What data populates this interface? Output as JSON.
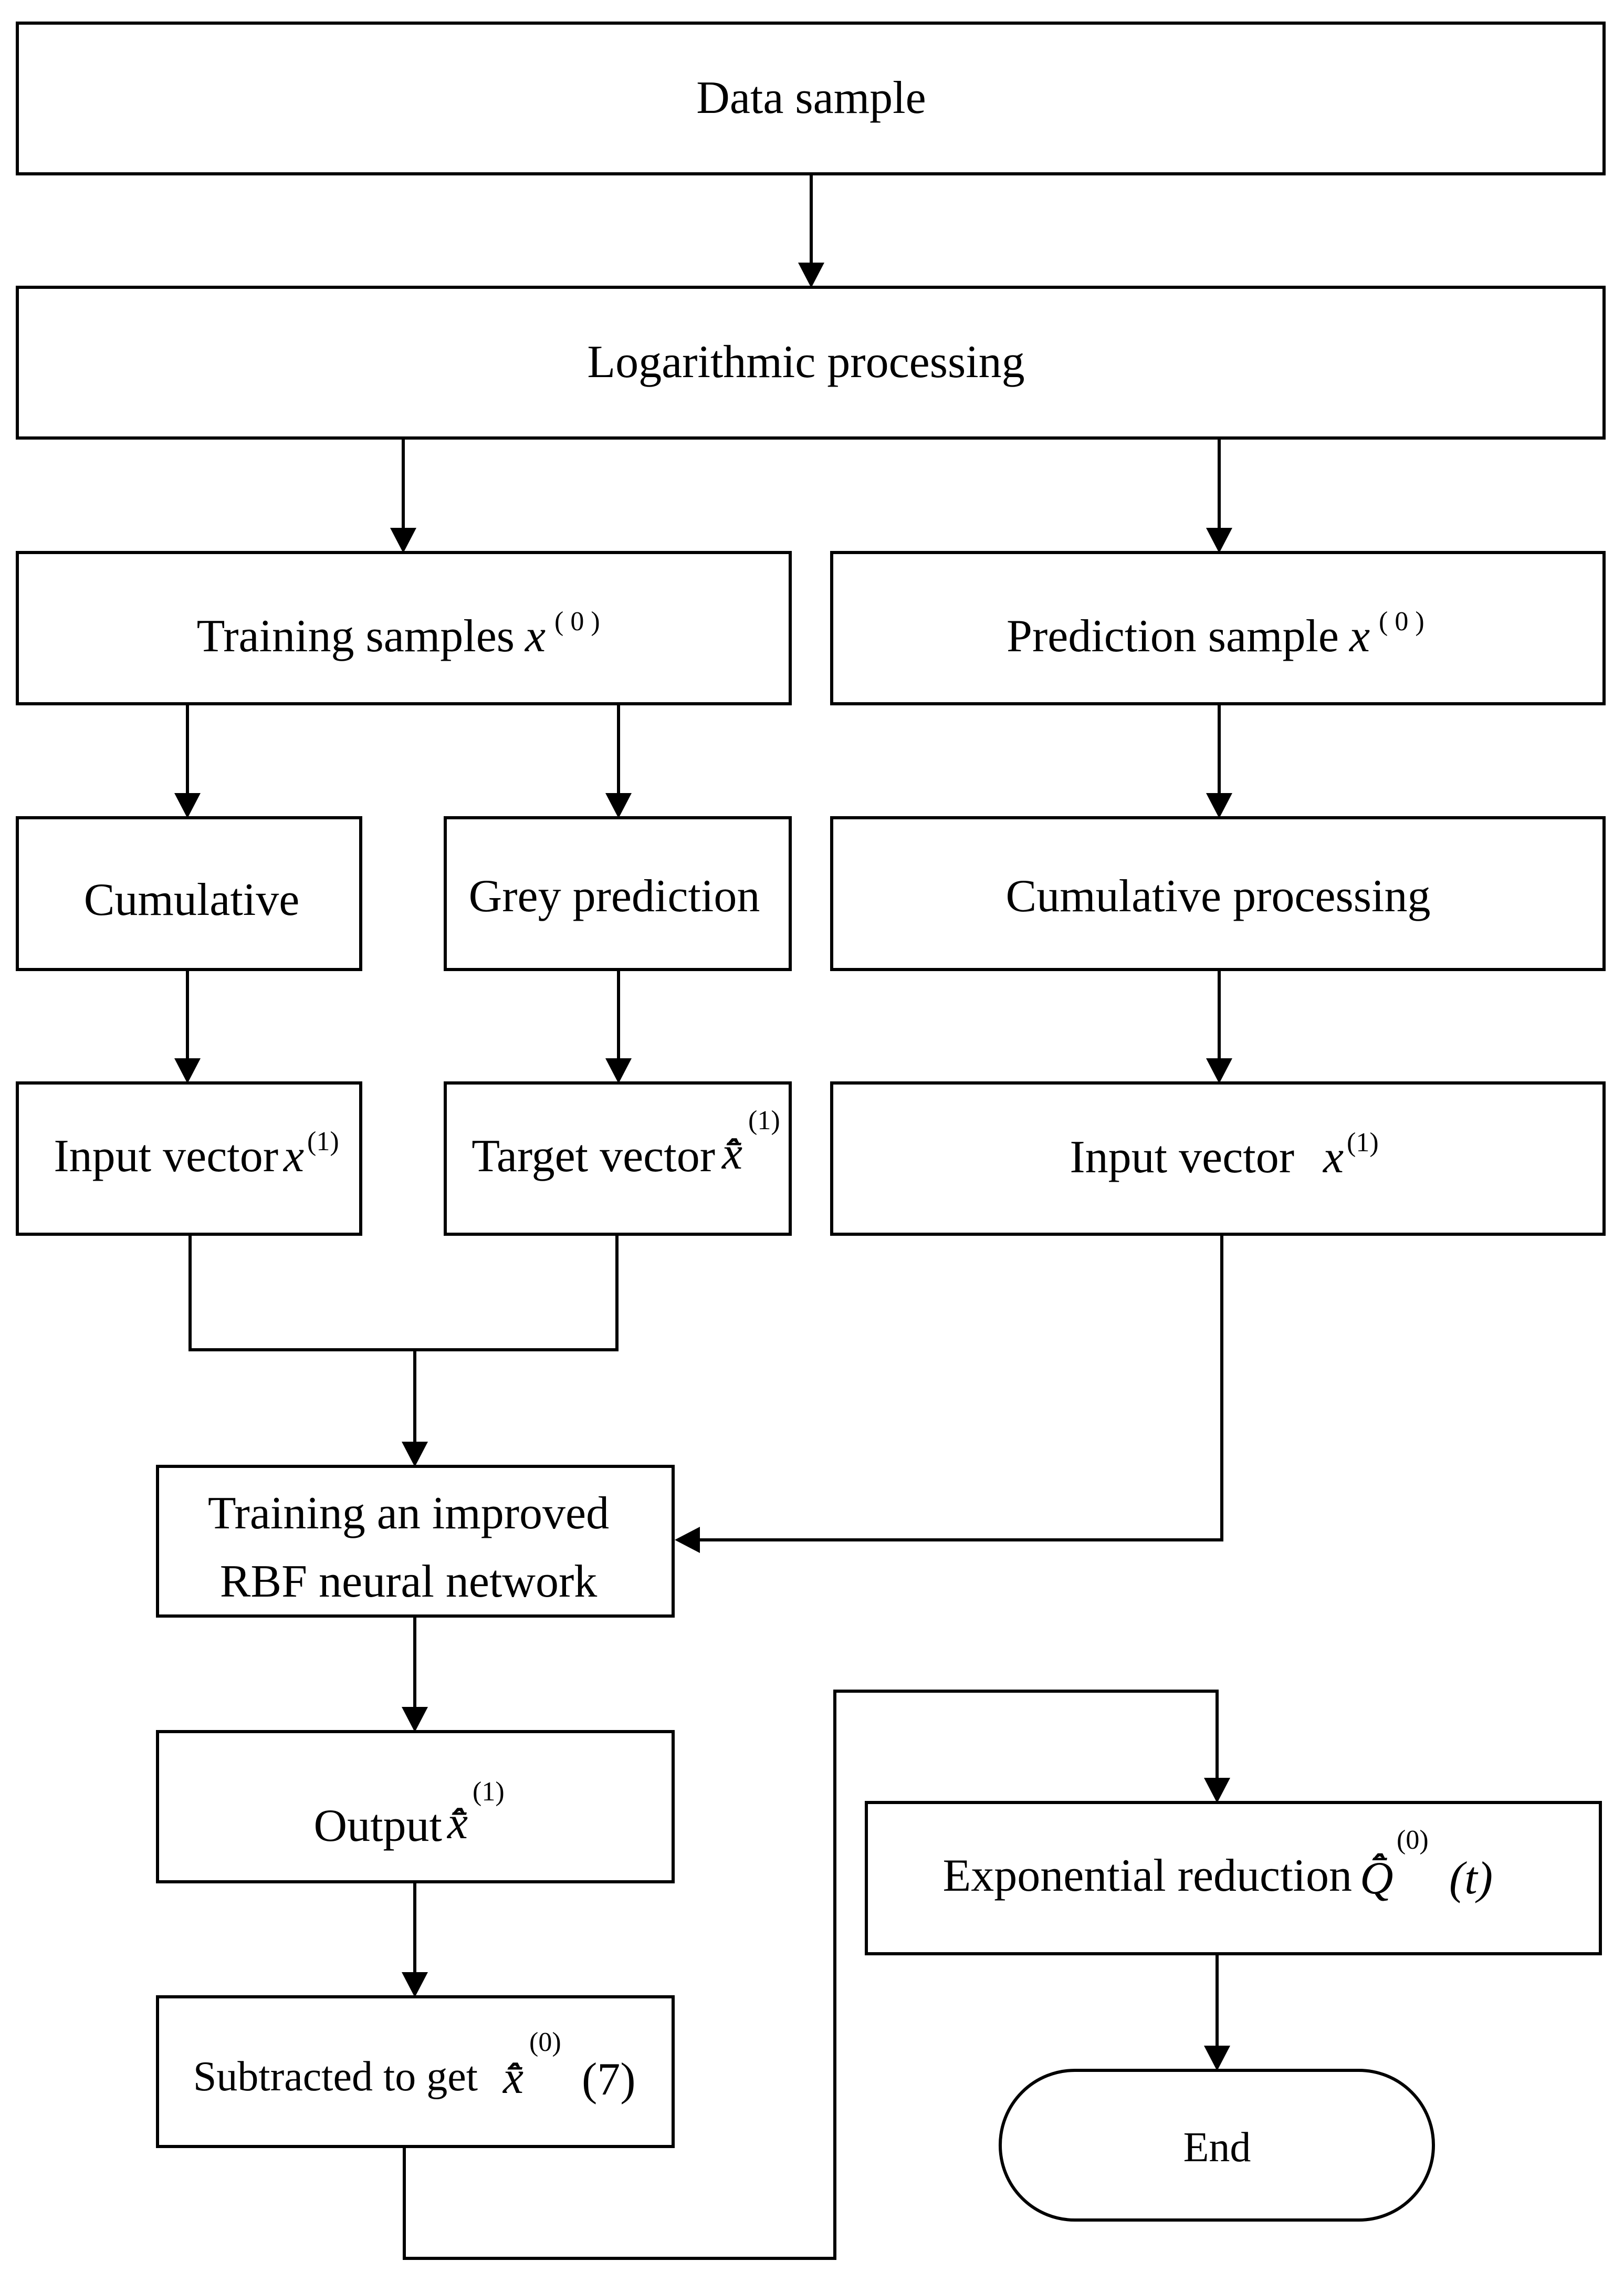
{
  "nodes": {
    "data_sample": {
      "label": "Data sample"
    },
    "logarithmic": {
      "label": "Logarithmic processing"
    },
    "training_samples": {
      "label": "Training samples",
      "var": "x",
      "sup": "( 0 )"
    },
    "prediction_sample": {
      "label": "Prediction sample",
      "var": "x",
      "sup": "( 0 )"
    },
    "cumulative": {
      "label": "Cumulative"
    },
    "grey_prediction": {
      "label": "Grey prediction"
    },
    "cumulative_processing": {
      "label": "Cumulative processing"
    },
    "input_vector_left": {
      "label": "Input vector",
      "var": "x",
      "sup": "(1)"
    },
    "target_vector": {
      "label": "Target vector",
      "var": "x̂̄",
      "sup": "(1)"
    },
    "input_vector_right": {
      "label": "Input vector",
      "var": "x",
      "sup": "(1)"
    },
    "training_rbf": {
      "line1": "Training an improved",
      "line2": "RBF neural network"
    },
    "output": {
      "label": "Output",
      "var": "x̂̄",
      "sup": "(1)"
    },
    "subtracted": {
      "label": "Subtracted to get",
      "var": "x̂̄",
      "sup": "(0)",
      "suffix": "(7)"
    },
    "exponential": {
      "label": "Exponential reduction",
      "var": "Q̂̄",
      "sup": "(0)",
      "suffix": "(t)"
    },
    "end": {
      "label": "End"
    }
  },
  "colors": {
    "stroke": "#000000",
    "fill": "#ffffff",
    "text": "#000000"
  }
}
